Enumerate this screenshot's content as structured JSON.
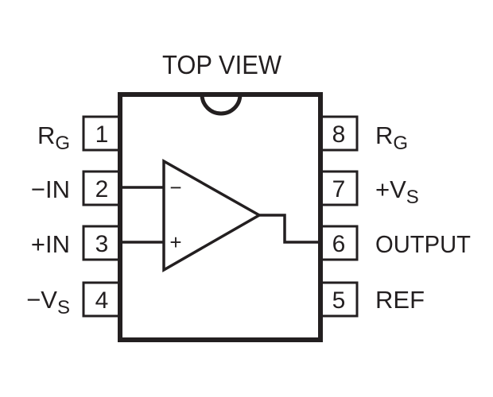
{
  "title": "TOP VIEW",
  "pins": [
    {
      "number": "1",
      "label": "R",
      "sub": "G"
    },
    {
      "number": "2",
      "label": "−IN",
      "sub": ""
    },
    {
      "number": "3",
      "label": "+IN",
      "sub": ""
    },
    {
      "number": "4",
      "label": "−V",
      "sub": "S"
    },
    {
      "number": "5",
      "label": "REF",
      "sub": ""
    },
    {
      "number": "6",
      "label": "OUTPUT",
      "sub": ""
    },
    {
      "number": "7",
      "label": "+V",
      "sub": "S"
    },
    {
      "number": "8",
      "label": "R",
      "sub": "G"
    }
  ],
  "amplifier": {
    "inverting_symbol": "−",
    "noninverting_symbol": "+"
  }
}
